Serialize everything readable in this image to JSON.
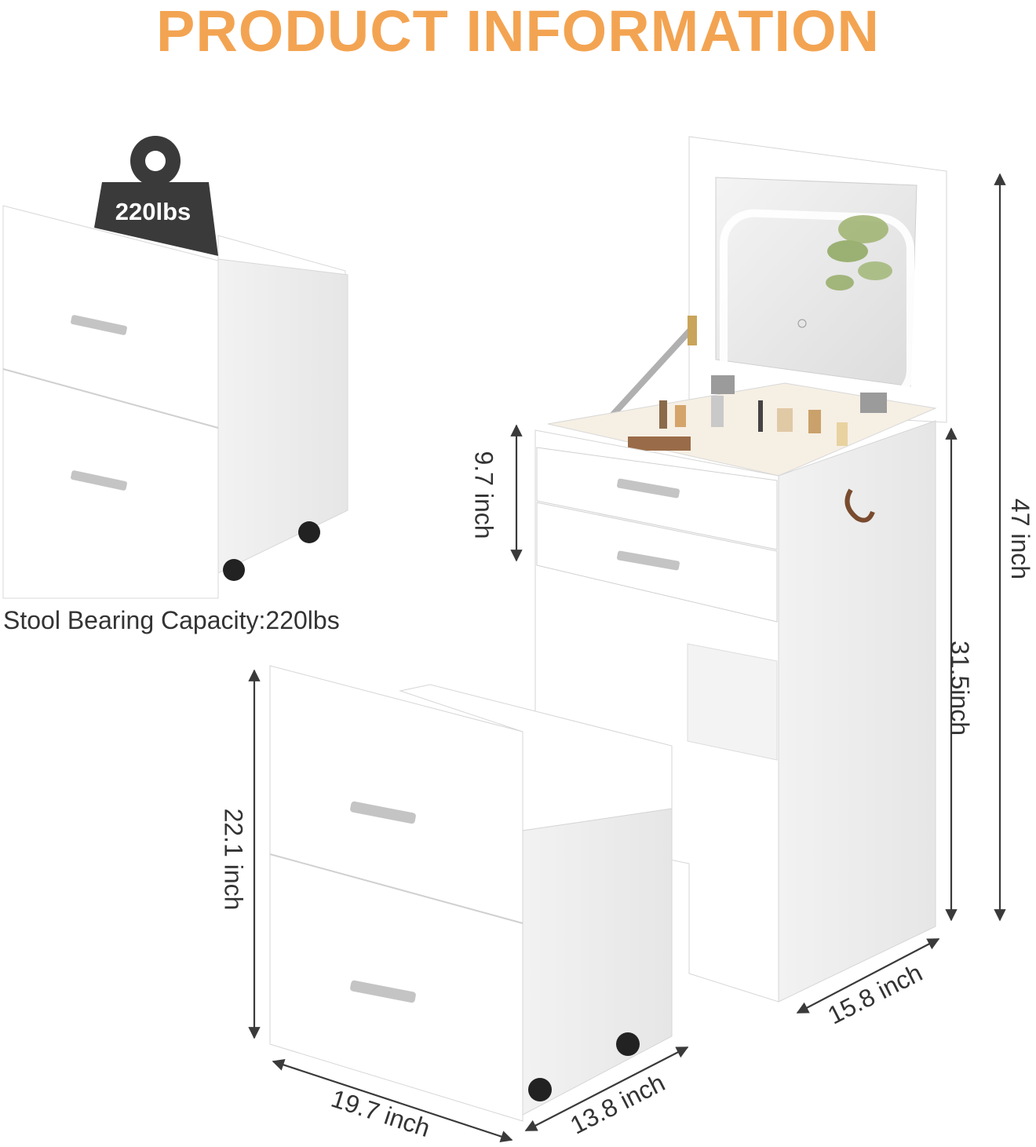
{
  "header": {
    "title": "PRODUCT INFORMATION"
  },
  "colors": {
    "title": "#F3A452",
    "panel": "#FFFFFF",
    "panel_shade": "#EDEDED",
    "outline": "#D6D6D6",
    "weight_tag": "#3A3A3A",
    "arrow": "#3A3A3A",
    "handle": "#BDBDBD",
    "caster": "#222222",
    "hook": "#7A4B2E"
  },
  "stool_inset": {
    "weight_badge": "220lbs",
    "capacity_label": "Stool Bearing Capacity:220lbs"
  },
  "dimensions": {
    "vanity_total_height": "47 inch",
    "vanity_body_height": "31.5inch",
    "drawer_height": "9.7 inch",
    "vanity_depth": "15.8 inch",
    "stool_height": "22.1 inch",
    "stool_width": "19.7 inch",
    "stool_depth": "13.8 inch"
  },
  "icons": {
    "weight": "weight-icon",
    "mirror": "led-mirror-icon",
    "hook": "coat-hook-icon",
    "touch": "touch-button-icon"
  }
}
